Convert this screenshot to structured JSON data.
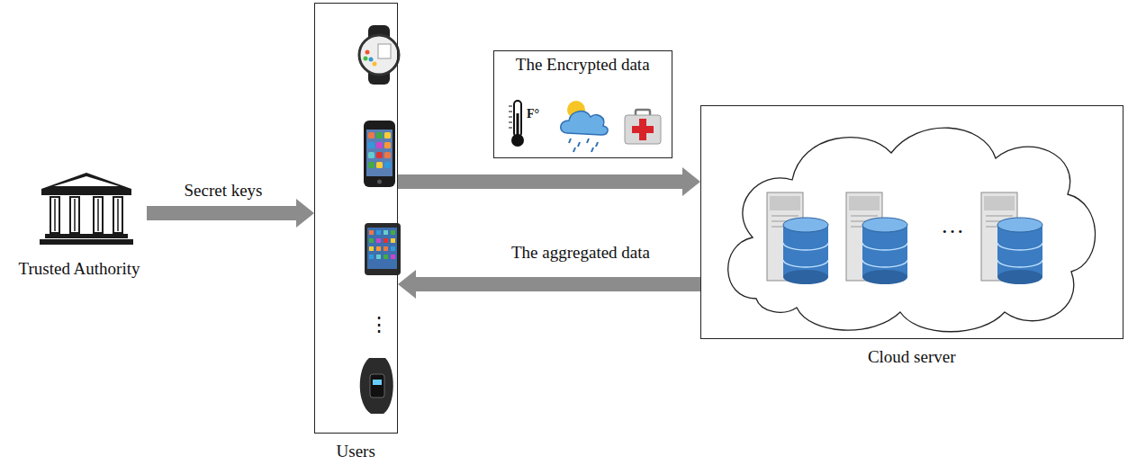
{
  "diagram": {
    "nodes": [
      {
        "text": [
          "Trusted Authority"
        ]
      },
      {
        "text": [
          "Users"
        ]
      },
      {
        "text": [
          "The Encrypted data"
        ]
      },
      {
        "text": [
          "Cloud server"
        ]
      }
    ],
    "edges": [
      {
        "from": 0,
        "to": 1,
        "label": "Secret keys",
        "arrow": "to"
      },
      {
        "from": 1,
        "to": 3,
        "arrow": "to"
      },
      {
        "from": 3,
        "to": 1,
        "label": "The aggregated data",
        "arrow": "to"
      }
    ],
    "labels": [
      "⋮",
      "…",
      "F°"
    ]
  }
}
